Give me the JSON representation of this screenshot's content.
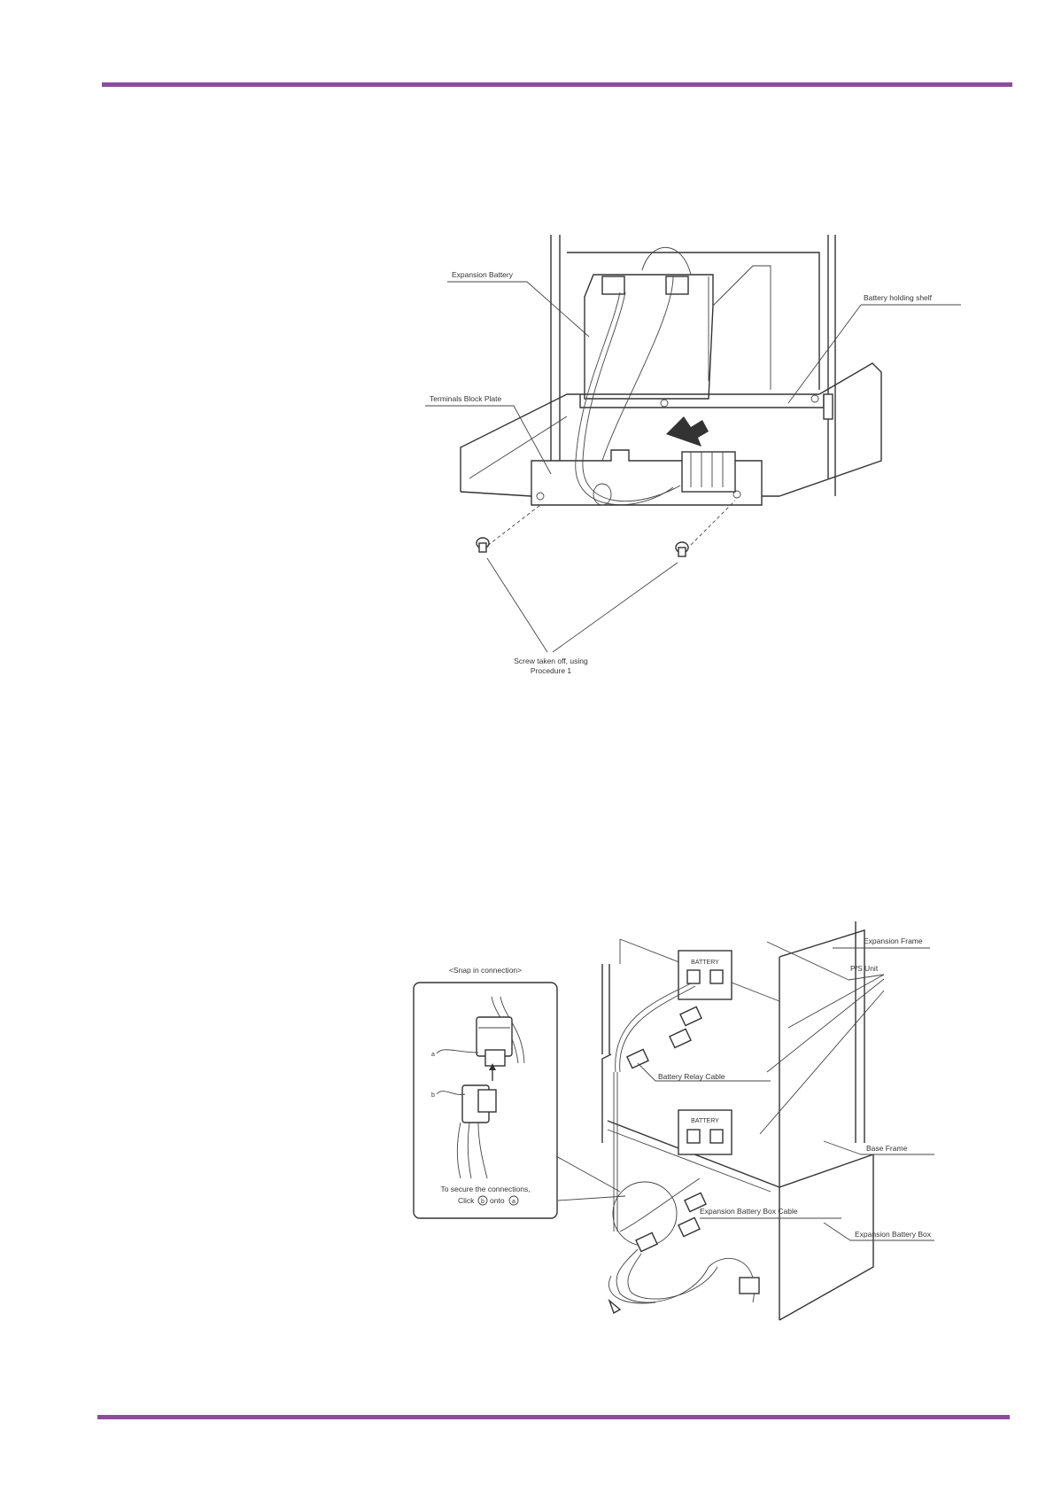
{
  "figure1": {
    "labels": {
      "expansion_battery": "Expansion Battery",
      "battery_holding_shelf": "Battery holding shelf",
      "terminals_block_plate": "Terminals Block Plate",
      "screw_line1": "Screw taken off, using",
      "screw_line2": "Procedure 1"
    }
  },
  "figure2": {
    "labels": {
      "snap_in_connection": "<Snap in connection>",
      "part_a": "a",
      "part_b": "b",
      "secure_line1": "To secure the connections,",
      "secure_line2_pre": "Click",
      "secure_line2_b": "b",
      "secure_line2_mid": "onto",
      "secure_line2_a": "a",
      "expansion_frame": "Expansion Frame",
      "ps_unit": "P/S Unit",
      "battery_relay_cable": "Battery Relay Cable",
      "base_frame": "Base Frame",
      "expansion_battery_box_cable": "Expansion Battery Box Cable",
      "expansion_battery_box": "Expansion Battery Box",
      "battery_panel_upper": "BATTERY",
      "battery_panel_lower": "BATTERY"
    }
  },
  "colors": {
    "rule": "#8e4b9e"
  }
}
